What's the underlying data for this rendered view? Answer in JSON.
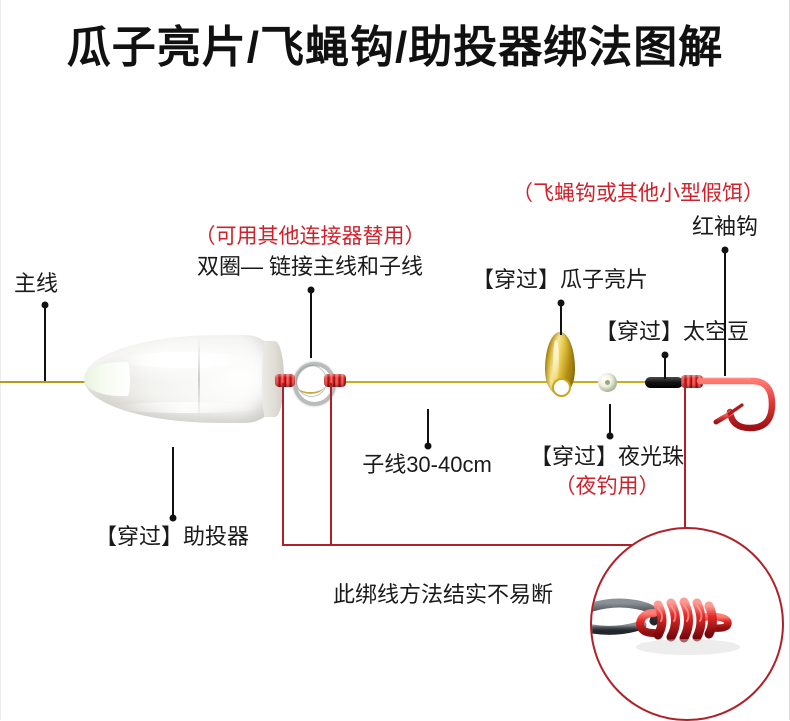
{
  "page": {
    "title": "瓜子亮片/飞蝇钩/助投器绑法图解",
    "background_color": "#ffffff",
    "accent_red": "#d0202a",
    "bracket_red": "#b02028",
    "mainline_color": "#b59b16"
  },
  "labels": {
    "main_line": "主线",
    "connector_note_red": "（可用其他连接器替用）",
    "connector": "双圈— 链接主线和子线",
    "thread_blade": "【穿过】瓜子亮片",
    "thread_space_bean": "【穿过】太空豆",
    "fly_hook_note_red": "（飞蝇钩或其他小型假饵）",
    "red_sleeve_hook": "红袖钩",
    "leader_length": "子线30-40cm",
    "thread_glow_bead": "【穿过】夜光珠",
    "glow_bead_note_red": "（夜钓用）",
    "thread_casting_aid": "【穿过】助投器",
    "knot_caption": "此绑线方法结实不易断"
  },
  "components": {
    "casting_float": "助投器",
    "split_ring": "双圈连接环",
    "blade_lure": "瓜子亮片",
    "glow_bead": "夜光珠",
    "space_bean": "太空豆",
    "hook": "红袖钩",
    "knot_detail": "绑线结"
  }
}
